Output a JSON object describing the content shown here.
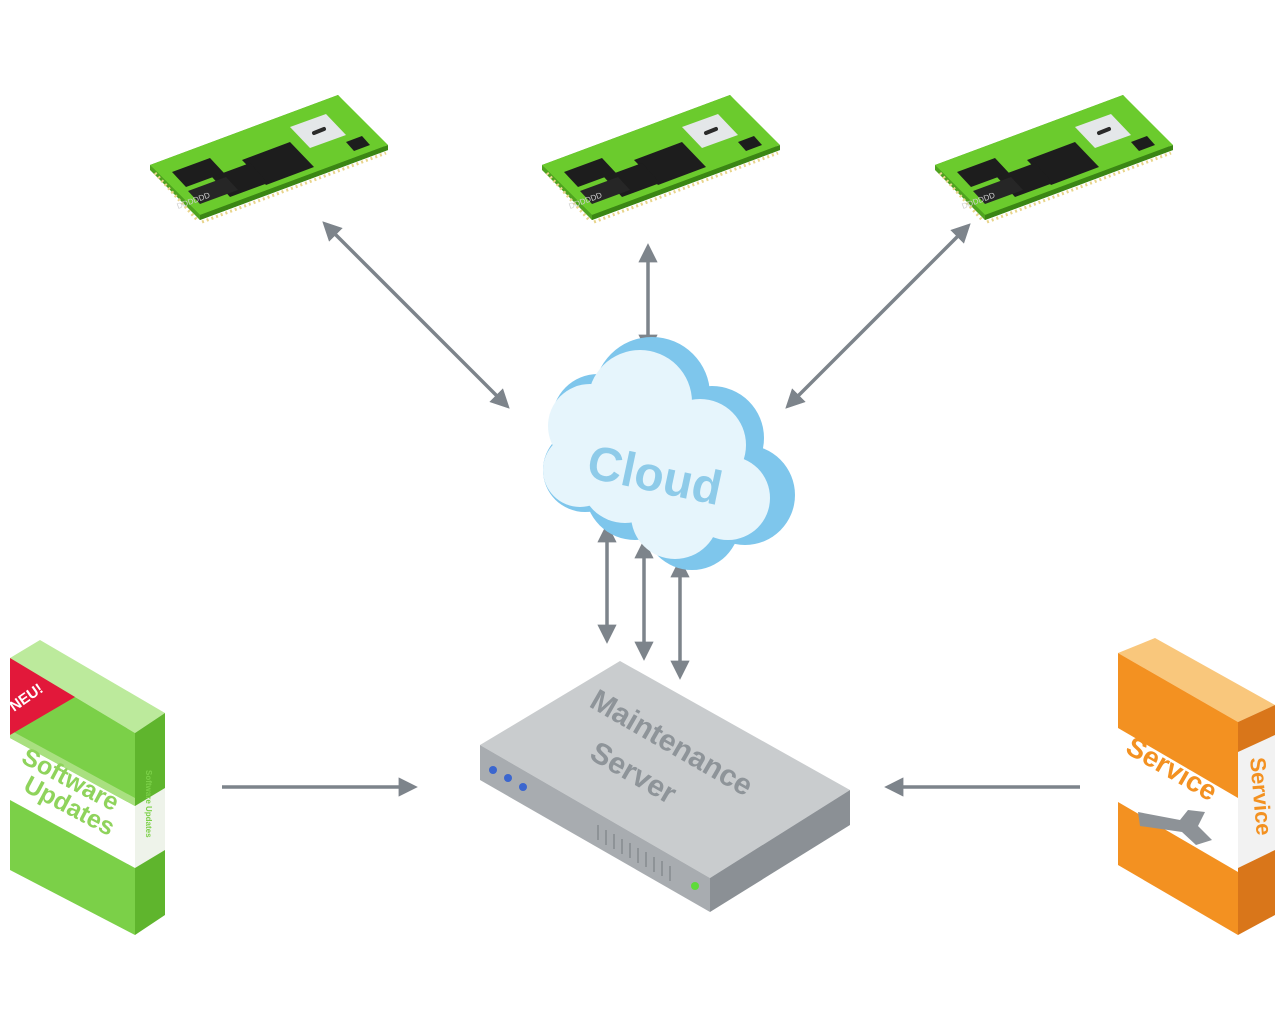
{
  "cloud": {
    "label": "Cloud"
  },
  "server": {
    "line1": "Maintenance",
    "line2": "Server"
  },
  "software_box": {
    "badge": "NEU!",
    "line1": "Software",
    "line2": "Updates",
    "spine": "Software Updates"
  },
  "service_box": {
    "front": "Service",
    "spine": "Service"
  },
  "modules": [
    {
      "chip_label": "DDDDDD"
    },
    {
      "chip_label": "DDDDDD"
    },
    {
      "chip_label": "DDDDDD"
    }
  ],
  "colors": {
    "arrow": "#7d848b",
    "board_green": "#69c92c",
    "cloud_light": "#e4f4fc",
    "cloud_dark": "#7ac3ea",
    "cloud_text": "#8ecbe9",
    "server_top": "#c9ccce",
    "server_text": "#8e9499",
    "software_green": "#7bd048",
    "service_orange": "#f39121",
    "badge_red": "#e2183a"
  }
}
